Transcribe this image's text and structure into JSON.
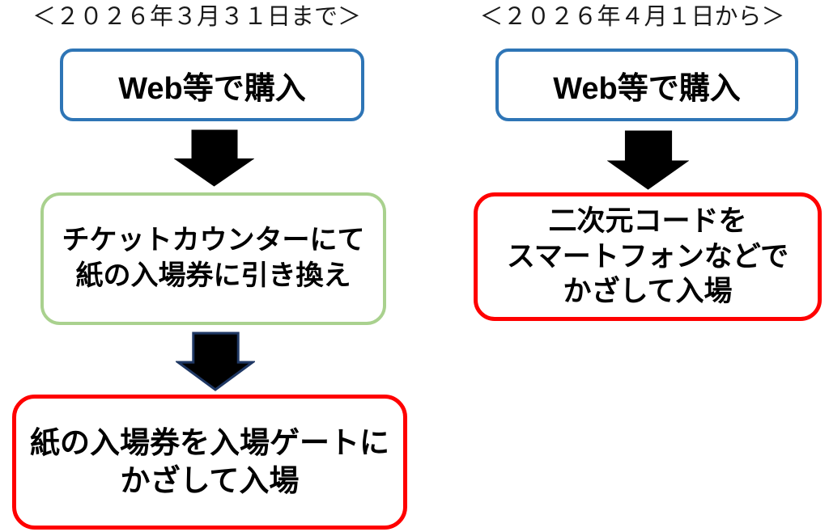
{
  "page": {
    "background": "#FFFFFF",
    "description_colors": {
      "blue_border": "#2E75B6",
      "green_border": "#A9D18E",
      "red_border": "#FF0000",
      "arrow_fill": "#000000",
      "arrow_outline_navy": "#1F3864",
      "text": "#000000"
    }
  },
  "left_flow": {
    "header": "＜２０２６年３月３１日まで＞",
    "box1_label": "Web等で購入",
    "box2_line1": "チケットカウンターにて",
    "box2_line2": "紙の入場券に引き換え",
    "box3_line1": "紙の入場券を入場ゲートに",
    "box3_line2": "かざして入場"
  },
  "right_flow": {
    "header": "＜２０２６年４月１日から＞",
    "box1_label": "Web等で購入",
    "box2_line1": "二次元コードを",
    "box2_line2": "スマートフォンなどで",
    "box2_line3": "かざして入場"
  }
}
